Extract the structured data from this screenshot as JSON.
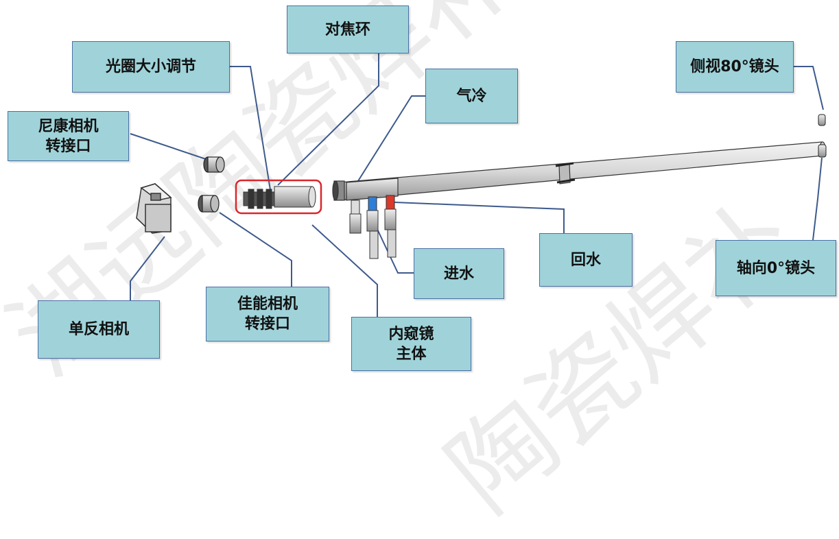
{
  "labels": {
    "aperture": "光圈大小调节",
    "focus_ring": "对焦环",
    "air_cooling": "气冷",
    "side_lens": "侧视80°镜头",
    "nikon_adapter": "尼康相机\n转接口",
    "dslr": "单反相机",
    "canon_adapter": "佳能相机\n转接口",
    "endoscope_body": "内窥镜\n主体",
    "water_in": "进水",
    "water_return": "回水",
    "axial_lens": "轴向0°镜头"
  },
  "watermark": {
    "text_1": "湖远陶瓷焊补",
    "text_2": "陶瓷焊补"
  },
  "colors": {
    "label_fill": "#9fd3d9",
    "label_border": "#4a6fa5",
    "leader_line": "#3d5a8c",
    "highlight": "#d9262b",
    "water_in_hose": "#2f7fd8",
    "water_return_hose": "#d93a2b"
  }
}
